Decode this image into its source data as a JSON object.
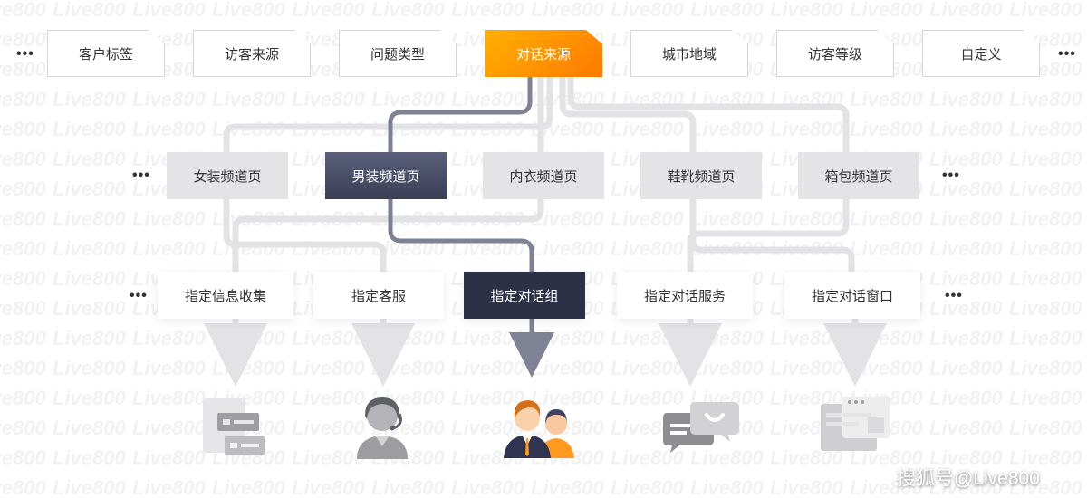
{
  "watermark": "Live800",
  "top_tabs": [
    "客户标签",
    "访客来源",
    "问题类型",
    "对话来源",
    "城市地域",
    "访客等级",
    "自定义"
  ],
  "active_tab": "对话来源",
  "channels": [
    "女装频道页",
    "男装频道页",
    "内衣频道页",
    "鞋靴频道页",
    "箱包频道页"
  ],
  "active_channel": "男装频道页",
  "actions": [
    "指定信息收集",
    "指定客服",
    "指定对话组",
    "指定对话服务",
    "指定对话窗口"
  ],
  "active_action": "指定对话组",
  "more_symbol": "•••",
  "icons": [
    "info-card-icon",
    "customer-service-agent-icon",
    "group-users-icon",
    "chat-bubbles-icon",
    "chat-window-icon"
  ],
  "colors": {
    "accent_orange": "#ff8a00",
    "active_dark": "#3a3f56",
    "flow_line_active": "#7e8294",
    "flow_line_inactive": "#e3e3e6"
  },
  "caption": "搜狐号@Live800"
}
